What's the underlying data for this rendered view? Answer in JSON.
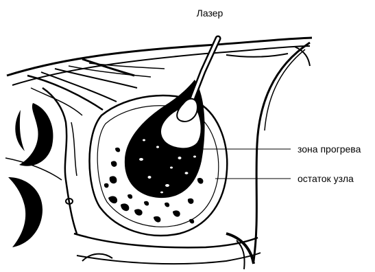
{
  "diagram": {
    "title": "Лазер",
    "labels": {
      "heating_zone": "зона прогрева",
      "node_remnant": "остаток узла"
    }
  },
  "colors": {
    "ink": "#000000",
    "paper": "#ffffff"
  }
}
